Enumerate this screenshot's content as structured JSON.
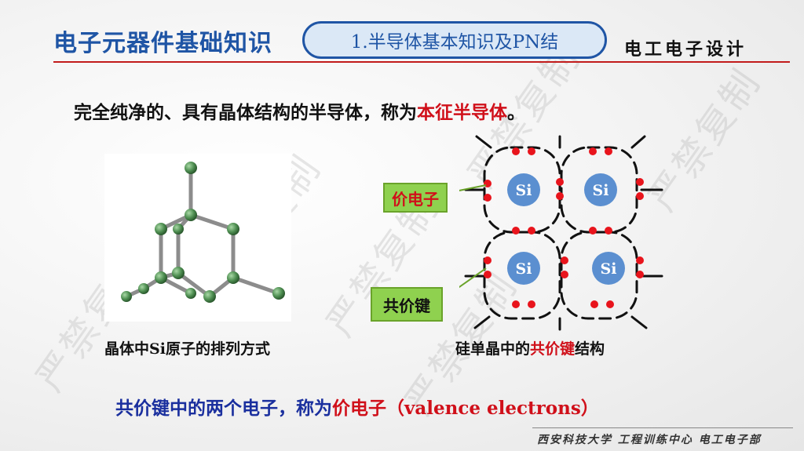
{
  "header": {
    "title": "电子元器件基础知识",
    "section": "1.半导体基本知识及PN结",
    "course": "电工电子设计"
  },
  "definition": {
    "prefix": "完全纯净的、具有晶体结构的半导体，称为",
    "term": "本征半导体",
    "suffix": "。"
  },
  "crystal_caption": {
    "prefix": "晶体中",
    "si": "Si",
    "suffix": "原子的排列方式"
  },
  "lattice": {
    "atom_label": "Si",
    "valence_tag": "价电子",
    "covalent_tag": "共价键",
    "caption_prefix": "硅单晶中的",
    "caption_term": "共价键",
    "caption_suffix": "结构"
  },
  "bottom": {
    "prefix": "共价键中的两个电子，称为",
    "term": "价电子",
    "paren": "（valence electrons）"
  },
  "watermark": "严禁复制",
  "footer": "西安科技大学 工程训练中心 电工电子部",
  "colors": {
    "title_blue": "#1f55a5",
    "accent_red": "#d0101a",
    "tag_green": "#8fd14f",
    "atom_blue": "#5b8fd0",
    "electron_red": "#e8141c",
    "sphere_green": "#4f8f52"
  }
}
